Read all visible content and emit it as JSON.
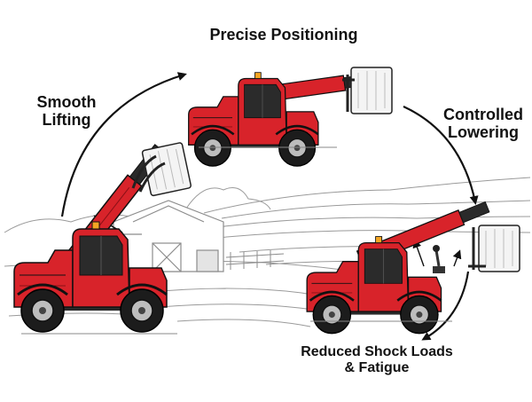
{
  "labels": {
    "top": "Precise Positioning",
    "left_line1": "Smooth",
    "left_line2": "Lifting",
    "right_line1": "Controlled",
    "right_line2": "Lowering",
    "bottom_line1": "Reduced Shock Loads",
    "bottom_line2": "& Fatigue"
  },
  "colors": {
    "machine_red": "#d8232a",
    "machine_dark": "#1c1c1c",
    "sketch_gray": "#9a9a9a",
    "bale": "#f4f4f4",
    "arrow": "#111111"
  },
  "icons": [
    "telehandler",
    "hay-bale",
    "barn",
    "fence",
    "joystick",
    "curved-arrow"
  ]
}
